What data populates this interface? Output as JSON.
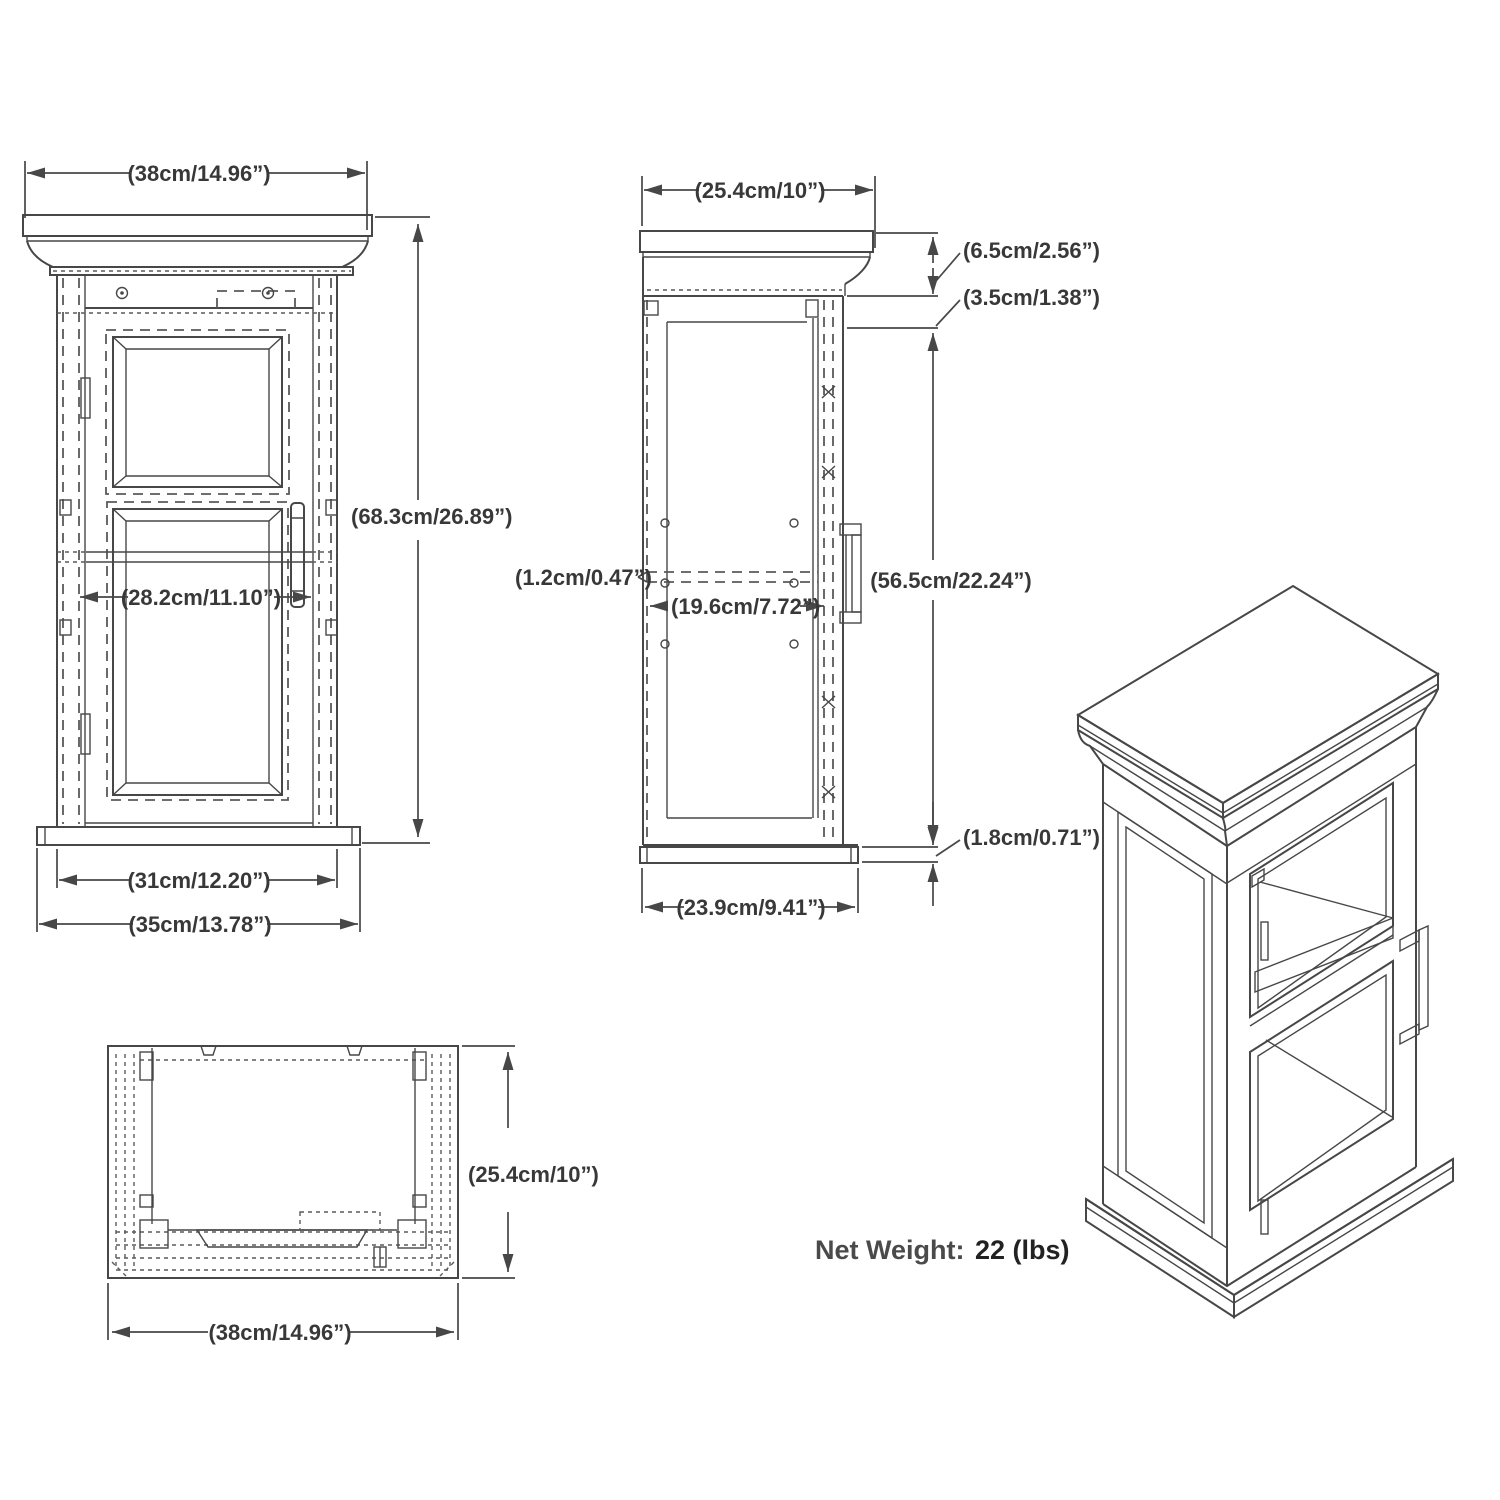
{
  "drawing": {
    "type": "furniture-dimension-diagram",
    "product": "glass-door wall cabinet",
    "views": {
      "front": {
        "dims": {
          "width_top": "(38cm/14.96”)",
          "height": "(68.3cm/26.89”)",
          "door_inner_width": "(28.2cm/11.10”)",
          "body_width": "(31cm/12.20”)",
          "base_width": "(35cm/13.78”)"
        }
      },
      "side": {
        "dims": {
          "depth_top": "(25.4cm/10”)",
          "crown_height": "(6.5cm/2.56”)",
          "top_rail_height": "(3.5cm/1.38”)",
          "shelf_thickness": "(1.2cm/0.47”)",
          "inner_depth": "(19.6cm/7.72”)",
          "body_height": "(56.5cm/22.24”)",
          "base_height": "(1.8cm/0.71”)",
          "base_depth": "(23.9cm/9.41”)"
        }
      },
      "bottom": {
        "dims": {
          "depth": "(25.4cm/10”)",
          "width": "(38cm/14.96”)"
        }
      },
      "isometric": {}
    },
    "net_weight": {
      "label": "Net Weight:",
      "value": "22 (lbs)"
    },
    "colors": {
      "line": "#474747",
      "text": "#383838",
      "background": "#ffffff"
    }
  }
}
